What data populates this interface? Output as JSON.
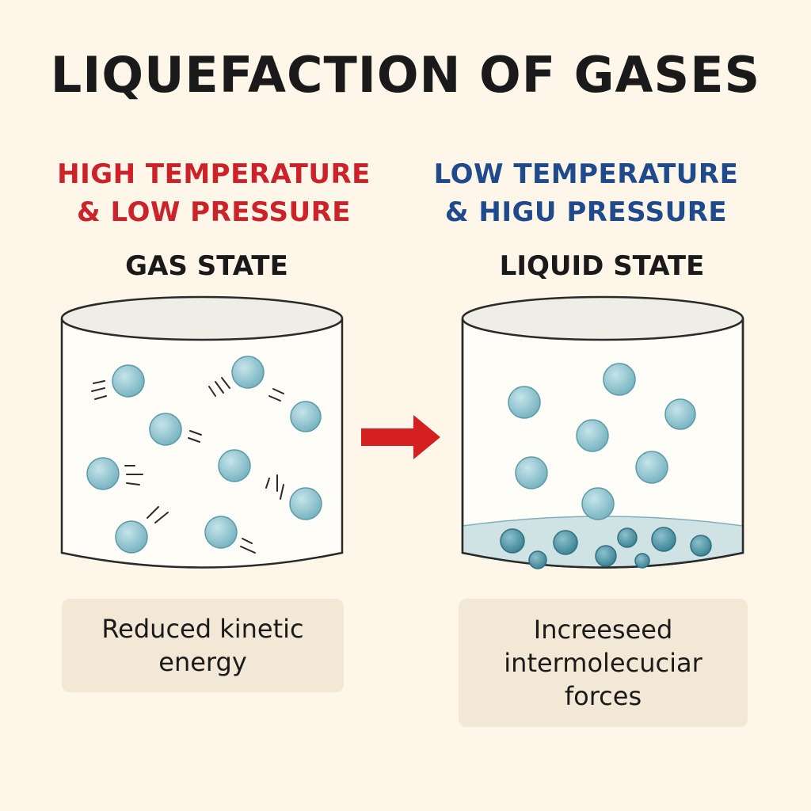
{
  "title": "LIQUEFACTION OF GASES",
  "left": {
    "condition_line1": "HIGH TEMPERATURE",
    "condition_line2": "& LOW PRESSURE",
    "state": "GAS STATE",
    "caption_line1": "Reduced kinetic",
    "caption_line2": "energy"
  },
  "right": {
    "condition_line1": "LOW TEMPERATURE",
    "condition_line2": "& HIGU PRESSURE",
    "state": "LIQUID STATE",
    "caption_line1": "Increeseed",
    "caption_line2": "intermolecuciar",
    "caption_line3": "forces"
  },
  "colors": {
    "hot": "#cc2229",
    "cold": "#1f4a8c",
    "arrow": "#d42020",
    "particle": "#8ec6d2",
    "liquid": "#cfe3e5"
  },
  "icons": {
    "arrow": "right-arrow-icon"
  }
}
